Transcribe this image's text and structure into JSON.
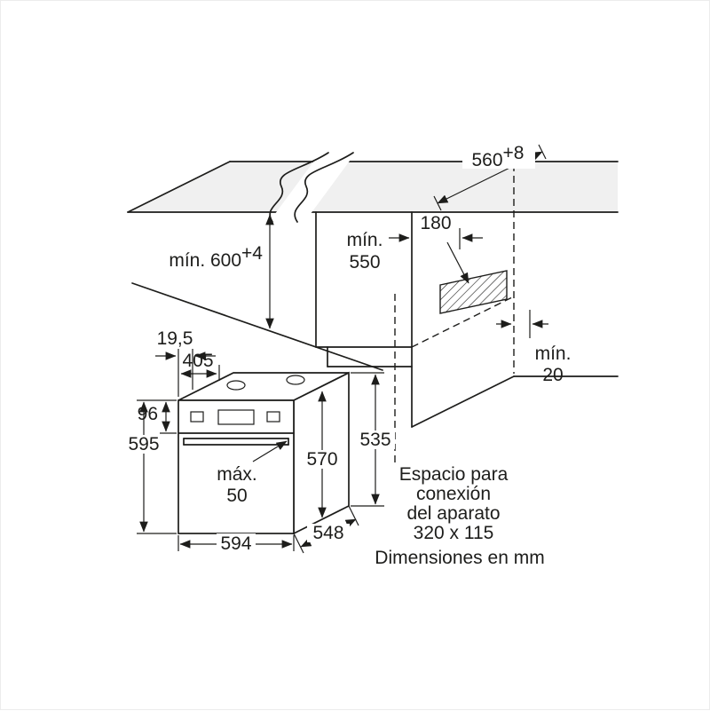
{
  "diagram": {
    "subject": "built-in oven installation dimensions",
    "line_color": "#1d1d1b",
    "surface_color": "#f0f0f0"
  },
  "labels": {
    "niche_width": {
      "value": "560",
      "sup": "+8"
    },
    "min_height": {
      "value": "mín. 600",
      "sup": "+4"
    },
    "niche_depth": {
      "line1": "mín.",
      "line2": "550"
    },
    "connection_offset": "180",
    "rear_gap": {
      "line1": "mín.",
      "line2": "20"
    },
    "front_protrusion": "19,5",
    "top_offset": "405",
    "panel_height": "96",
    "appliance_height": "595",
    "max_handle": {
      "line1": "máx.",
      "line2": "50"
    },
    "body_height": "570",
    "rear_height": "535",
    "appliance_width": "594",
    "appliance_depth": "548",
    "connection_note": {
      "line1": "Espacio para",
      "line2": "conexión",
      "line3": "del aparato",
      "line4": "320 x 115"
    },
    "units_note": "Dimensiones en mm"
  }
}
